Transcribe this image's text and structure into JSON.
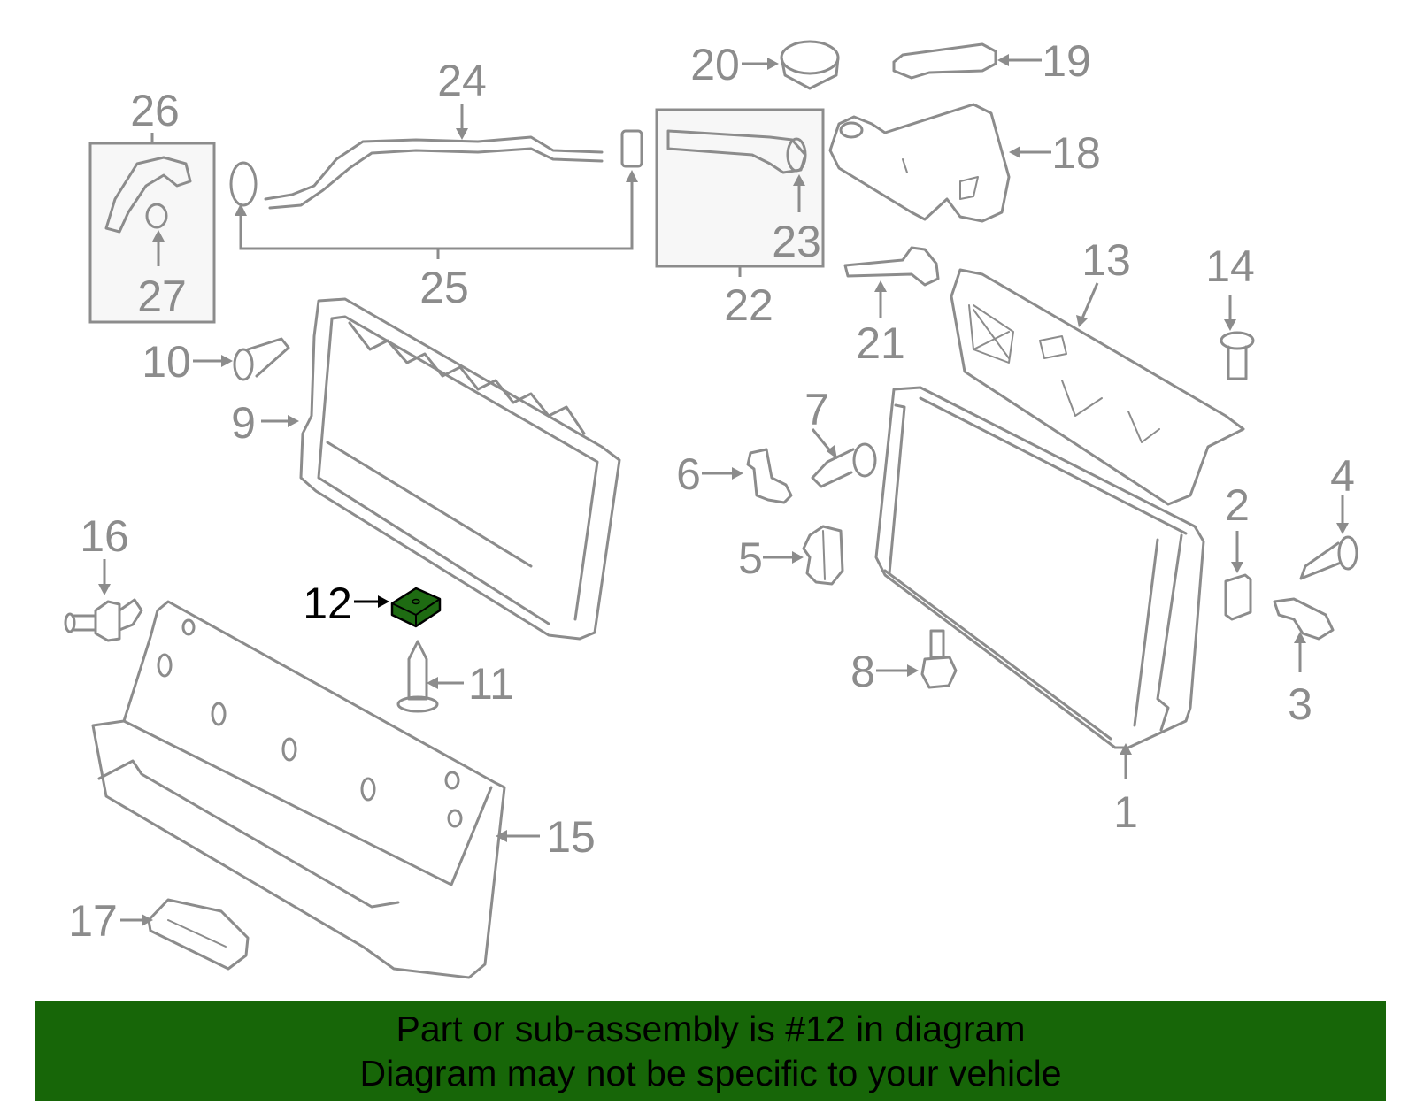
{
  "diagram": {
    "callouts": [
      "1",
      "2",
      "3",
      "4",
      "5",
      "6",
      "7",
      "8",
      "9",
      "10",
      "11",
      "12",
      "13",
      "14",
      "15",
      "16",
      "17",
      "18",
      "19",
      "20",
      "21",
      "22",
      "23",
      "24",
      "25",
      "26",
      "27"
    ],
    "highlighted_callout": "12",
    "colors": {
      "line": "#8c8c8c",
      "highlight_part": "#1e6b12",
      "highlight_label": "#000000",
      "banner": "#176608"
    }
  },
  "banner": {
    "line1": "Part or sub-assembly is #12 in diagram",
    "line2": "Diagram may not be specific to your vehicle"
  }
}
